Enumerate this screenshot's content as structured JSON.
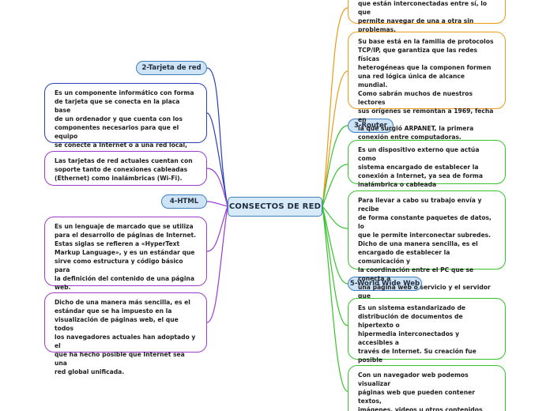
{
  "central": {
    "label": "CONSECTOS DE RED"
  },
  "topics": {
    "tarjeta": "2-Tarjeta de red",
    "html": "4-HTML",
    "router": "3-Router",
    "www": "5-World Wide Web"
  },
  "cards": {
    "tarjeta_def": "Es un componente informático con forma\nde tarjeta que se conecta en la placa base\nde un ordenador y que cuenta con los\ncomponentes necesarios para que el equipo\nse conecte a Internet o a una red local, ya\nsea de forma inalámbrica o cableada.",
    "tarjeta_actual": "Las tarjetas de red actuales cuentan con\nsoporte tanto de conexiones cableadas\n(Ethernet) como inalámbricas (Wi-Fi).",
    "html_def": "Es un lenguaje de marcado que se utiliza\npara el desarrollo de páginas de Internet.\nEstas siglas se refieren a «HyperText\nMarkup Language», y es un estándar que\nsirve como estructura y código básico para\nla definición del contenido de una página\nweb.",
    "html_std": "Dicho de una manera más sencilla, es el\nestándar que se ha impuesto en la\nvisualización de páginas web, el que todos\nlos navegadores actuales han adoptado y el\nque ha hecho posible que Internet sea una\nred global unificada.",
    "internet_top": "que están interconectadas entre sí, lo que\npermite navegar de una a otra sin\nproblemas.",
    "internet_base": "Su base está en la familia de protocolos\nTCP/IP, que garantiza que las redes físicas\nheterogéneas que la componen formen\nuna red lógica única de alcance mundial.\nComo sabrán muchos de nuestros lectores\nsus orígenes se remontan a 1969, fecha en\nla que surgió ARPANET, la primera\nconexión entre computadoras.",
    "router_def": "Es un dispositivo externo que actúa como\nsistema encargado de establecer la\nconexión a Internet, ya sea de forma\ninalámbrica o cableada",
    "router_func": "Para llevar a cabo su trabajo envía y recibe\nde forma constante paquetes de datos, lo\nque le permite interconectar subredes.\nDicho de una manera sencilla, es el\nencargado de establecer la comunicación y\nla coordinación entre el PC que se conecta a\nuna página web o servicio y el servidor que\naloja esa web o presta dicho servicio.",
    "www_def": "Es un sistema estandarizado de\ndistribución de documentos de hipertexto o\nhipermedia interconectados y accesibles a\ntravés de Internet. Su creación fue posible\ngracias al HTML, como dijimos\nanteriormente.",
    "www_nav": "Con un navegador web podemos visualizar\npáginas web que pueden contener textos,\nimágenes, videos u otros contenidos\nmultimedia, y navega a través de esas\npáginas usando hiperenlaces, que"
  },
  "colors": {
    "blue": "#2a3fb8",
    "purple": "#9b3bd0",
    "orange": "#ea9b1a",
    "green": "#38c22c",
    "topic_fill": "#cfe3f6",
    "topic_border": "#3d7fc1"
  }
}
